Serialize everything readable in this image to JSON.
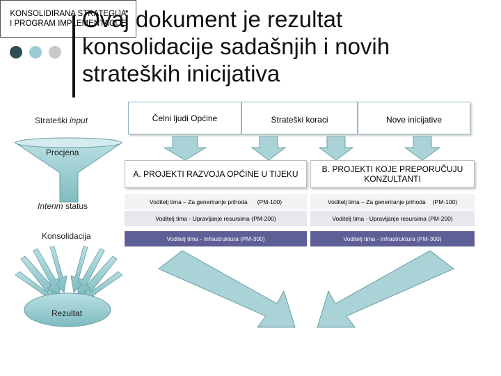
{
  "slide": {
    "title": "Ovaj dokument je rezultat\nkonsolidacije sadašnjih i novih\nstrateških inicijativa",
    "colors": {
      "dark_dot": "#2f4f55",
      "light_dot": "#9ecbd3",
      "gray_dot": "#c8c8c8",
      "teal": "#8fc4c8",
      "row_dark": "#5f5f97"
    }
  },
  "funnel": {
    "input_pre": "Strateški ",
    "input_em": "input",
    "procjena": "Procjena",
    "interim_em": "Interim",
    "interim_post": " status",
    "konsolidacija": "Konsolidacija",
    "rezultat": "Rezultat"
  },
  "headers": {
    "celni": "Čelni ljudi Općine",
    "koraci": "Strateški koraci",
    "nove": "Nove inicijative"
  },
  "sections": {
    "a_title": "A. PROJEKTI RAZVOJA OPĆINE U TIJEKU",
    "b_title": "B. PROJEKTI KOJE PREPORUČUJU KONZULTANTI"
  },
  "rows": {
    "a1_text": "Voditelj tima – Za generiranje prihoda",
    "a1_code": "(PM-100)",
    "a2": "Voditelj tima - Upravljanje resursima (PM-200)",
    "a3": "Voditelj tima - Infrastruktura (PM-300)",
    "b1_text": "Voditelj tima – Za generiranje prihoda",
    "b1_code": "(PM-100)",
    "b2": "Voditelj tima - Upravljanje resursima (PM-200)",
    "b3": "Voditelj tima - Infrastruktura (PM-300)"
  },
  "result": {
    "line1": "KONSOLIDIRANA STRATEGIJA",
    "line2": "I PROGRAM IMPLEMENTACIJE"
  }
}
